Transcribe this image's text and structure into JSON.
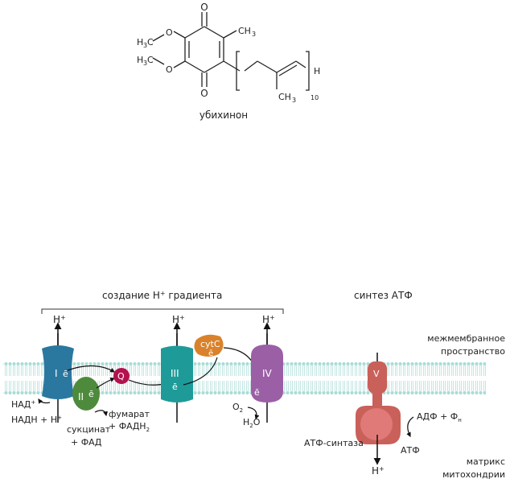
{
  "molecule": {
    "name": "убихинон",
    "o_top": "O",
    "o_bottom": "O",
    "methoxy_1_h": "H",
    "methoxy_1_c": "C",
    "methoxy_1_o": "O",
    "methoxy_2_h": "H",
    "methoxy_2_c": "C",
    "methoxy_2_o": "O",
    "methyl_ring_c": "CH",
    "methyl_chain_c": "CH",
    "subscript_3": "3",
    "chain_end_h": "H",
    "repeat_count": "10"
  },
  "diagram": {
    "gradient_title": "создание H",
    "gradient_title_sup": "+",
    "gradient_title_tail": " градиента",
    "synthesis_title": "синтез АТФ",
    "space_label_1": "межмембранное",
    "space_label_2": "пространство",
    "matrix_label_1": "матрикс",
    "matrix_label_2": "митохондрии",
    "proton": "H",
    "plus": "+",
    "complex_1": "I",
    "complex_2": "II",
    "complex_3": "III",
    "complex_4": "IV",
    "complex_5": "V",
    "electron": "ē",
    "q_label": "Q",
    "cytc_label": "cytC",
    "nad": "НАД",
    "nadh": "НАДН + H",
    "succinate": "сукцинат",
    "fad": "+ ФАД",
    "fumarate": "фумарат",
    "fadh2": "+ ФАДН",
    "fadh2_sub": "2",
    "o2": "O",
    "o2_sub": "2",
    "h2o_h": "H",
    "h2o_sub": "2",
    "h2o_o": "O",
    "atp_synthase": "АТФ-синтаза",
    "adp": "АДФ + Ф",
    "adp_sub": "н",
    "atp": "АТФ"
  },
  "colors": {
    "membrane": "#a9dcd6",
    "complex_1": "#2a78a0",
    "complex_2": "#4e8a3c",
    "complex_3": "#1e9b98",
    "complex_4": "#9b5fa6",
    "complex_5": "#c9605a",
    "complex_5_head": "#e07a78",
    "q": "#b3124e",
    "cytc": "#d9822b"
  }
}
